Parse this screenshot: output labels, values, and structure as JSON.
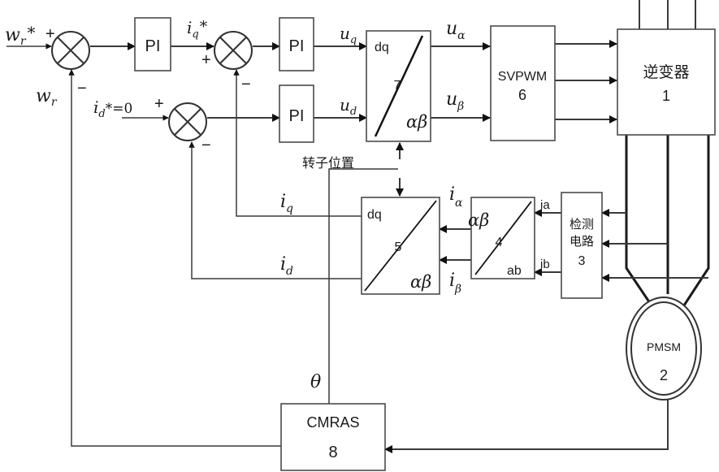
{
  "signals": {
    "wr_ref": "w",
    "wr_ref_sub": "r",
    "wr_ref_star": "*",
    "wr_fb": "w",
    "wr_fb_sub": "r",
    "iq_ref": "i",
    "iq_ref_sub": "q",
    "iq_ref_star": "*",
    "id_ref": "i",
    "id_ref_sub": "d",
    "id_ref_tail": "*=0",
    "uq": "u",
    "uq_sub": "q",
    "ud": "u",
    "ud_sub": "d",
    "ualpha": "u",
    "ualpha_sub": "α",
    "ubeta": "u",
    "ubeta_sub": "β",
    "ialpha": "i",
    "ialpha_sub": "α",
    "ibeta": "i",
    "ibeta_sub": "β",
    "iq_fb": "i",
    "iq_fb_sub": "q",
    "id_fb": "i",
    "id_fb_sub": "d",
    "ia": "ia",
    "ib": "ib",
    "theta": "θ",
    "rotor_position": "转子位置"
  },
  "signs": {
    "sum1_plus": "+",
    "sum1_minus": "−",
    "sum2_plus": "+",
    "sum2_minus": "−",
    "sum3_plus": "+",
    "sum3_minus": "−"
  },
  "blocks": {
    "pi_speed": "PI",
    "pi_q": "PI",
    "pi_d": "PI",
    "transform7": {
      "top": "dq",
      "num": "7",
      "bottom": "αβ"
    },
    "transform5": {
      "top": "dq",
      "num": "5",
      "bottom": "αβ"
    },
    "transform4": {
      "top": "αβ",
      "num": "4",
      "bottom": "ab"
    },
    "svpwm": {
      "name": "SVPWM",
      "num": "6"
    },
    "inverter": {
      "name": "逆变器",
      "num": "1"
    },
    "detect": {
      "line1": "检测",
      "line2": "电路",
      "num": "3"
    },
    "pmsm": {
      "name": "PMSM",
      "num": "2"
    },
    "cmras": {
      "name": "CMRAS",
      "num": "8"
    }
  }
}
